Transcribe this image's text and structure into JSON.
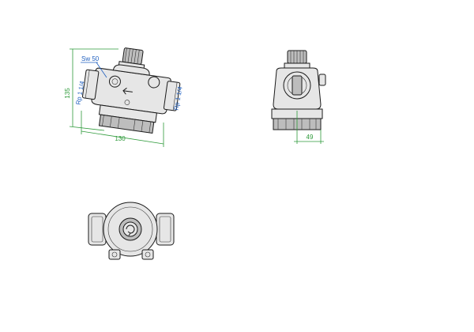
{
  "front_view": {
    "dim_height": "135",
    "dim_length": "130",
    "label_wrench": "Sw 50",
    "label_thread_left": "Rp 1 1/4",
    "label_thread_right": "Rp 1 1/4"
  },
  "side_view": {
    "dim_depth": "49"
  },
  "colors": {
    "dimension": "#2e9a3a",
    "label": "#1f5fbf",
    "outline": "#1a1a1a"
  }
}
